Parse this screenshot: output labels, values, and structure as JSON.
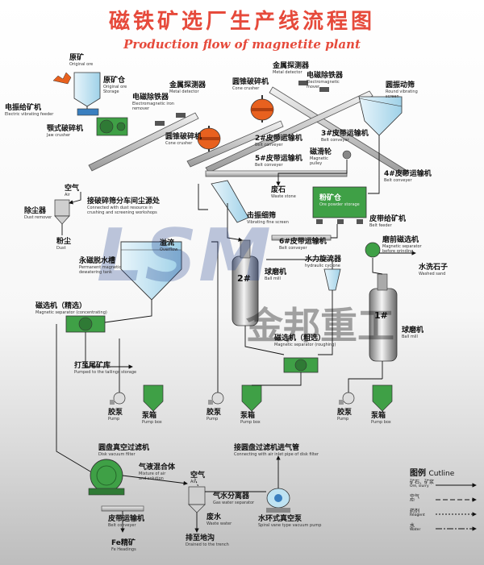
{
  "title_cn": "磁铁矿选厂生产线流程图",
  "title_en": "Production flow of magnetite plant",
  "watermark": {
    "letters": "LSM",
    "company": "金邦重工"
  },
  "labels": {
    "raw_ore": {
      "cn": "原矿",
      "en": "Original ore"
    },
    "raw_bin": {
      "cn": "原矿仓",
      "en": "Original ore Storage"
    },
    "vib_feeder": {
      "cn": "电振给矿机",
      "en": "Electric vibrating feeder"
    },
    "jaw": {
      "cn": "颚式破碎机",
      "en": "Jaw crusher"
    },
    "iron_remover_1": {
      "cn": "电磁除铁器",
      "en": "Electromagnetic iron remover"
    },
    "metal_det_1": {
      "cn": "金属探测器",
      "en": "Metal detector"
    },
    "cone_1": {
      "cn": "圆锥破碎机",
      "en": "Cone crusher"
    },
    "metal_det_2": {
      "cn": "金属探测器",
      "en": "Metal detector"
    },
    "iron_remover_2": {
      "cn": "电磁除铁器",
      "en": "Electromagnetic mover"
    },
    "cone_2": {
      "cn": "圆锥破碎机",
      "en": "Cone crusher"
    },
    "round_screen": {
      "cn": "圆振动筛",
      "en": "Round vibrating screen"
    },
    "belt_2": {
      "cn": "2#皮带运输机",
      "en": "Belt conveyer"
    },
    "belt_3": {
      "cn": "3#皮带运输机",
      "en": "Belt conveyer"
    },
    "belt_5": {
      "cn": "5#皮带运输机",
      "en": "Belt conveyer"
    },
    "mag_pulley": {
      "cn": "磁滑轮",
      "en": "Magnetic pulley"
    },
    "belt_4": {
      "cn": "4#皮带运输机",
      "en": "Belt conveyer"
    },
    "waste_stone": {
      "cn": "废石",
      "en": "Waste stone"
    },
    "fine_bin": {
      "cn": "粉矿仓",
      "en": "Ore powder storage"
    },
    "air": {
      "cn": "空气",
      "en": "Air"
    },
    "dust_remover": {
      "cn": "除尘器",
      "en": "Dust remover"
    },
    "dust_pipe": {
      "cn": "接破碎筛分车间尘源处",
      "en": "Connected with dust resource in crushing and screening workshops"
    },
    "dust": {
      "cn": "粉尘",
      "en": "Dust"
    },
    "dewater_tank": {
      "cn": "永磁脱水槽",
      "en": "Permanent magnetic dewatering tank"
    },
    "overflow": {
      "cn": "溢流",
      "en": "Overflow"
    },
    "vib_fine_screen": {
      "cn": "击振细筛",
      "en": "Vibrating fine screen"
    },
    "belt_feeder": {
      "cn": "皮带给矿机",
      "en": "Belt feeder"
    },
    "belt_6": {
      "cn": "6#皮带运输机",
      "en": "Belt conveyer"
    },
    "pre_mag_sep": {
      "cn": "磨前磁选机",
      "en": "Magnetic separator before grinding"
    },
    "washed_sand": {
      "cn": "水洗石子",
      "en": "Washed sand"
    },
    "ball_mill_2": {
      "cn": "球磨机",
      "en": "Ball mill"
    },
    "mill_2_num": "2#",
    "mill_1_num": "1#",
    "hydro_cyclone": {
      "cn": "水力旋流器",
      "en": "hydraulic cyclone"
    },
    "mag_sep_conc": {
      "cn": "磁选机（精选）",
      "en": "Magnetic separator (concentrating)"
    },
    "mag_sep_rough": {
      "cn": "磁选机（粗选）",
      "en": "Magnetic separator (roughing)"
    },
    "ball_mill_1": {
      "cn": "球磨机",
      "en": "Ball mill"
    },
    "tailings": {
      "cn": "打至尾矿库",
      "en": "Pumped to the tailings storage"
    },
    "pump_a": {
      "cn": "胶泵",
      "en": "Pump"
    },
    "box_a": {
      "cn": "泵箱",
      "en": "Pump box"
    },
    "pump_b": {
      "cn": "胶泵",
      "en": "Pump"
    },
    "box_b": {
      "cn": "泵箱",
      "en": "Pump box"
    },
    "pump_c": {
      "cn": "胶泵",
      "en": "Pump"
    },
    "box_c": {
      "cn": "泵箱",
      "en": "Pump box"
    },
    "disk_filter": {
      "cn": "圆盘真空过滤机",
      "en": "Disk vacuum filter"
    },
    "gas_liquid": {
      "cn": "气液混合体",
      "en": "Mixture of air and solution"
    },
    "air_2": {
      "cn": "空气",
      "en": "Air"
    },
    "gas_water_sep": {
      "cn": "气水分离器",
      "en": "Gas water separator"
    },
    "waste_water": {
      "cn": "废水",
      "en": "Waste water"
    },
    "vac_pipe": {
      "cn": "接圆盘过滤机进气管",
      "en": "Connecting with air inlet pipe of disk filter"
    },
    "vac_pump": {
      "cn": "水环式真空泵",
      "en": "Spiral vane type vacuum pump"
    },
    "belt_7": {
      "cn": "皮带运输机",
      "en": "Belt conveyer"
    },
    "fe": {
      "cn": "Fe精矿",
      "en": "Fe Headings"
    },
    "trench": {
      "cn": "排至地沟",
      "en": "Drained to the trench"
    }
  },
  "legend": {
    "title_cn": "图例",
    "title_en": "Cutline",
    "items": [
      {
        "cn": "矿石、矿浆",
        "en": "Ore, slurry"
      },
      {
        "cn": "空气",
        "en": "Air"
      },
      {
        "cn": "药剂",
        "en": "Reagent"
      },
      {
        "cn": "水",
        "en": "Water"
      }
    ]
  },
  "colors": {
    "title": "#e64a3b",
    "machine_blue": "#bfe3f2",
    "machine_green": "#3fa046",
    "machine_orange": "#e8611f",
    "conveyor": "#d9d9d9",
    "line": "#111111"
  }
}
